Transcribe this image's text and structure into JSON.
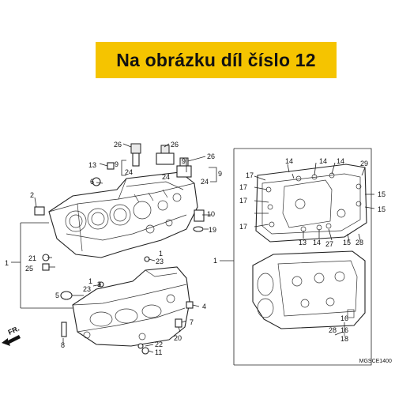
{
  "banner": {
    "text": "Na obrázku díl číslo 12",
    "color": "#f5c400"
  },
  "diagram": {
    "callouts": {
      "c26a": "26",
      "c26b": "26",
      "c26c": "26",
      "c9a": "9",
      "c9b": "9",
      "c9c": "9",
      "c24a": "24",
      "c24b": "24",
      "c24c": "24",
      "c13": "13",
      "c6": "6",
      "c2": "2",
      "c1a": "1",
      "c1b": "1",
      "c1c": "1",
      "c1d": "1",
      "c10": "10",
      "c19": "19",
      "c21": "21",
      "c25": "25",
      "c23a": "23",
      "c23b": "23",
      "c3": "3",
      "c5": "5",
      "c4": "4",
      "c7": "7",
      "c8": "8",
      "c20": "20",
      "c22": "22",
      "c11": "11",
      "r14a": "14",
      "r14b": "14",
      "r14c": "14",
      "r14d": "14",
      "r17a": "17",
      "r17b": "17",
      "r17c": "17",
      "r17d": "17",
      "r15a": "15",
      "r15b": "15",
      "r15c": "15",
      "r29": "29",
      "r13": "13",
      "r27": "27",
      "r28a": "28",
      "r16": "16",
      "r28b": "28",
      "r18": "18"
    },
    "figure_code": "MGSCE1400",
    "front_label": "FR."
  }
}
